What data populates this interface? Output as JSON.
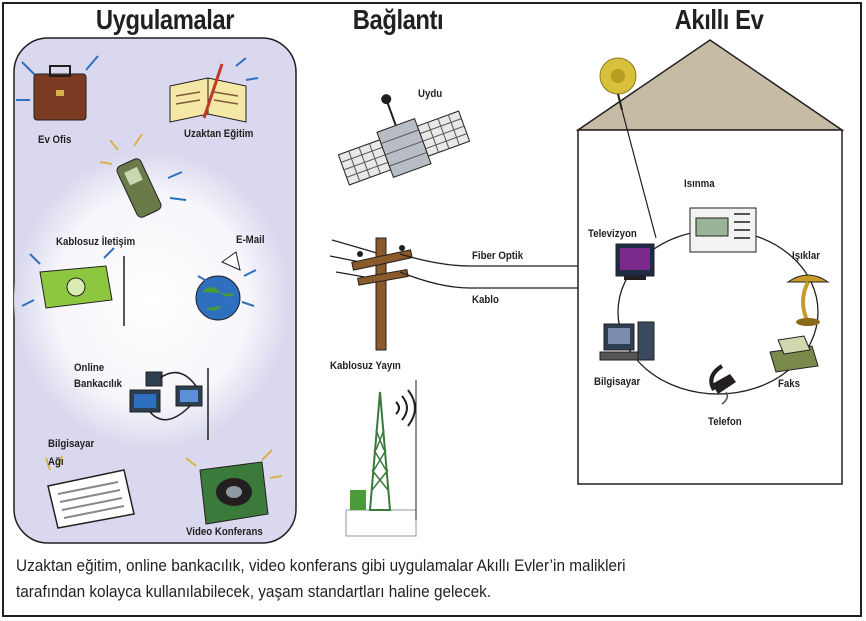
{
  "headings": {
    "applications": "Uygulamalar",
    "connection": "Bağlantı",
    "smart_home": "Akıllı Ev"
  },
  "applications": {
    "home_office": "Ev Ofis",
    "distance_learning": "Uzaktan Eğitim",
    "wireless_comm": "Kablosuz İletişim",
    "email": "E-Mail",
    "online_banking_line1": "Online",
    "online_banking_line2": "Bankacılık",
    "computer_network_line1": "Bilgisayar",
    "computer_network_line2": "Ağı",
    "video_conference": "Video Konferans"
  },
  "connection": {
    "satellite": "Uydu",
    "fiber_optic": "Fiber Optik",
    "cable": "Kablo",
    "wireless_broadcast": "Kablosuz Yayın"
  },
  "smart_home": {
    "heating": "Isınma",
    "tv": "Televizyon",
    "lights": "Işıklar",
    "computer": "Bilgisayar",
    "fax": "Faks",
    "phone": "Telefon"
  },
  "caption": {
    "line1": "Uzaktan eğitim, online bankacılık, video konferans gibi uygulamalar Akıllı Evler’in malikleri",
    "line2": "tarafından kolayca kullanılabilecek, yaşam standartları haline gelecek."
  },
  "colors": {
    "panel": "#d9d8ee",
    "panel_border": "#231f20",
    "ink": "#231f20",
    "roof": "#c6bca5",
    "glow": "#ffffff"
  }
}
